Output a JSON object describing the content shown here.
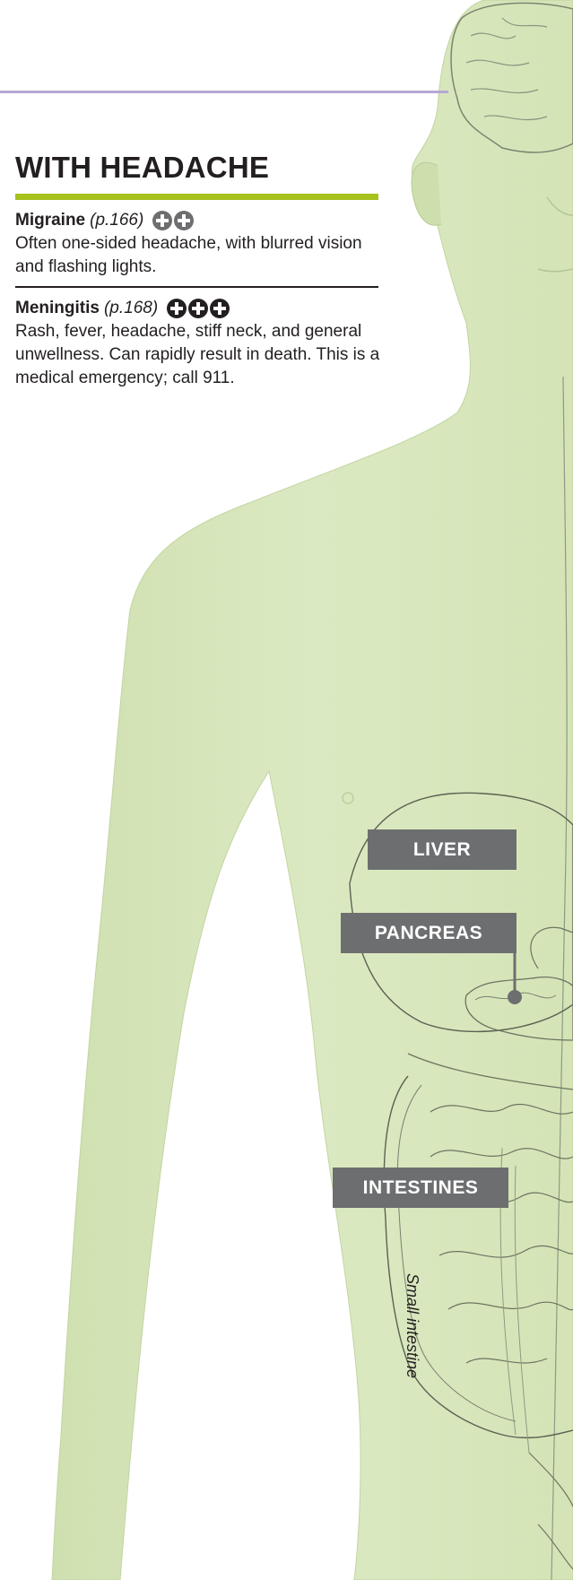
{
  "section": {
    "title": "WITH HEADACHE"
  },
  "entries": [
    {
      "name": "Migraine",
      "page": "(p.166)",
      "severity": 2,
      "description": "Often one-sided headache, with blurred vision and flashing lights."
    },
    {
      "name": "Meningitis",
      "page": "(p.168)",
      "severity": 3,
      "description": "Rash, fever, headache, stiff neck, and general unwellness. Can rapidly result in death. This is a medical emergency; call 911."
    }
  ],
  "organs": {
    "liver": "LIVER",
    "pancreas": "PANCREAS",
    "intestines": "INTESTINES",
    "small_intestine": "Small intestine"
  },
  "icons": {
    "severity": "plus-circle-icon"
  },
  "colors": {
    "body_fill": "#d9e8bd",
    "accent_green": "#a7c11d",
    "accent_lilac": "#b5a8d4",
    "label_bg": "#6d6e70"
  }
}
